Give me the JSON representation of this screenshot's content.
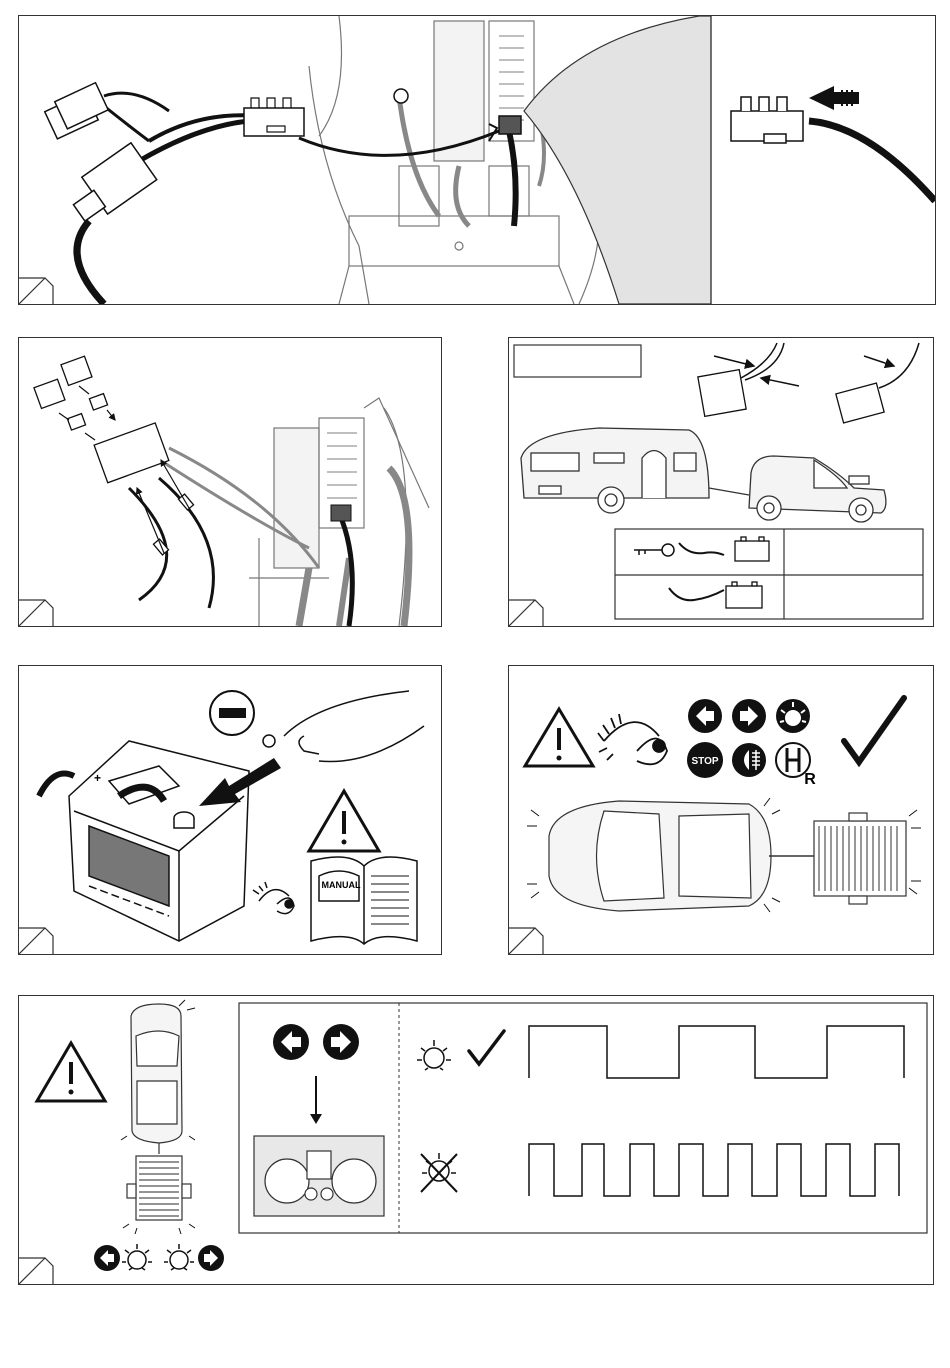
{
  "panels": {
    "step1": {
      "connector_wiring": ""
    },
    "step3": {
      "label_box": "",
      "status_rows": [
        "",
        ""
      ]
    },
    "step4": {
      "manual_label": "MANUAL"
    },
    "step5": {
      "stop_label": "STOP",
      "reverse_label": "R"
    }
  },
  "colors": {
    "line": "#111111",
    "grey_wire": "#7a7a7a",
    "fill_grey": "#e3e3e3"
  },
  "icons": [
    "warning-triangle-icon",
    "eye-icon",
    "turn-left-icon",
    "turn-right-icon",
    "light-bulb-icon",
    "stop-icon",
    "fog-light-icon",
    "reverse-gear-icon",
    "checkmark-icon",
    "battery-icon",
    "key-icon",
    "minus-terminal-icon",
    "manual-book-icon"
  ]
}
